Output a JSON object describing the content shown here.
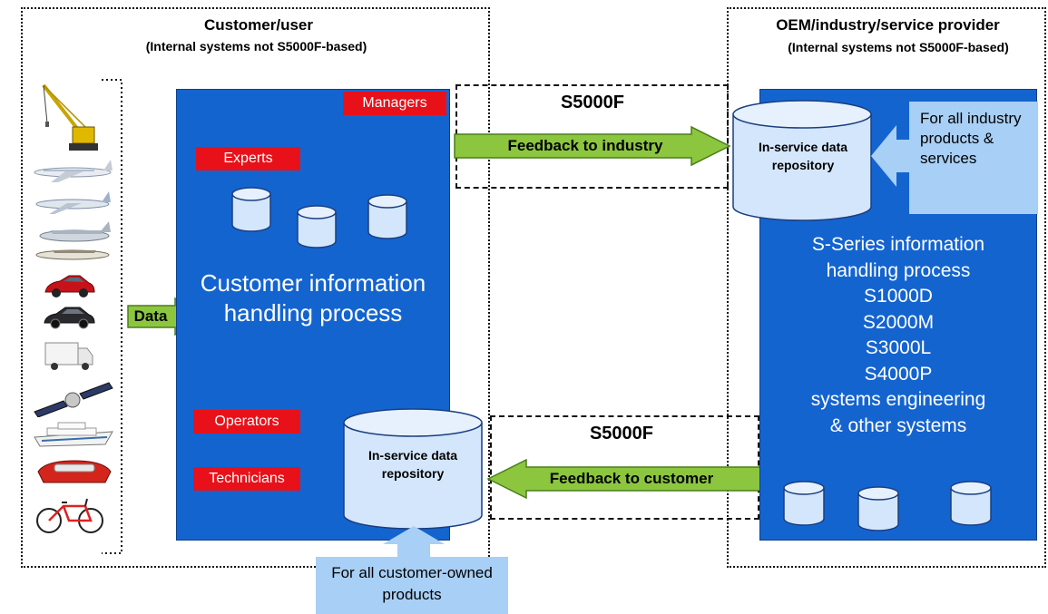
{
  "left": {
    "title": "Customer/user",
    "subtitle": "(Internal systems not S5000F-based)",
    "process_label": "Customer information handling process",
    "roles": {
      "managers": "Managers",
      "experts": "Experts",
      "operators": "Operators",
      "technicians": "Technicians"
    },
    "repository": "In-service data repository",
    "data_arrow": "Data",
    "bottom_note": "For all customer-owned products",
    "assets": [
      "crane-icon",
      "airliner-icon",
      "jet-icon",
      "transport-plane-icon",
      "patrol-plane-icon",
      "red-car-icon",
      "black-car-icon",
      "truck-icon",
      "satellite-icon",
      "cruise-ship-icon",
      "lifeboat-icon",
      "bicycle-icon"
    ]
  },
  "right": {
    "title": "OEM/industry/service provider",
    "subtitle": "(Internal systems not S5000F-based)",
    "repository": "In-service data repository",
    "side_note": "For all industry products & services",
    "process_lines": [
      "S-Series information",
      "handling process",
      "S1000D",
      "S2000M",
      "S3000L",
      "S4000P",
      "systems engineering",
      "& other systems"
    ]
  },
  "top_link": {
    "spec": "S5000F",
    "arrow_label": "Feedback to industry"
  },
  "bottom_link": {
    "spec": "S5000F",
    "arrow_label": "Feedback to customer"
  },
  "colors": {
    "process_blue": "#1464d0",
    "role_red": "#e8111a",
    "arrow_green": "#8cc63f",
    "light_blue": "#a8cff5"
  }
}
